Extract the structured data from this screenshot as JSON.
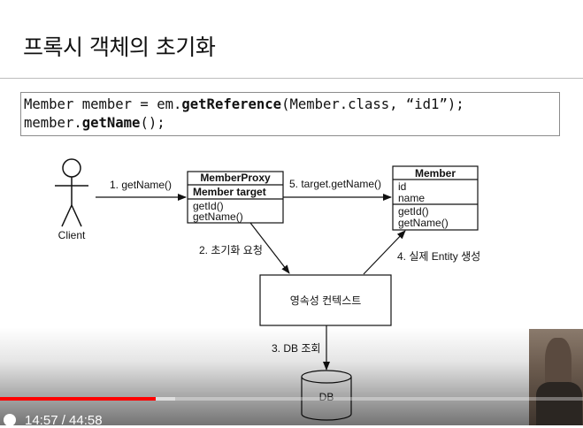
{
  "slide": {
    "title": "프록시 객체의 초기화"
  },
  "code": {
    "line1_pre": "Member member = em.",
    "line1_method": "getReference",
    "line1_post": "(Member.class, “id1”);",
    "line2_pre": "member.",
    "line2_method": "getName",
    "line2_post": "();"
  },
  "diagram": {
    "client_label": "Client",
    "proxy": {
      "title": "MemberProxy",
      "field": "Member target",
      "methods": [
        "getId()",
        "getName()"
      ]
    },
    "member": {
      "title": "Member",
      "fields": [
        "id",
        "name"
      ],
      "methods": [
        "getId()",
        "getName()"
      ]
    },
    "context_label": "영속성 컨텍스트",
    "db_label": "DB",
    "steps": {
      "s1": "1. getName()",
      "s2": "2. 초기화 요청",
      "s3": "3. DB 조회",
      "s4": "4. 실제 Entity 생성",
      "s5": "5. target.getName()"
    }
  },
  "player": {
    "time_display": "14:57 / 44:58",
    "progress": 0.267,
    "buffered": 0.3,
    "accent_color": "#ff0000"
  }
}
